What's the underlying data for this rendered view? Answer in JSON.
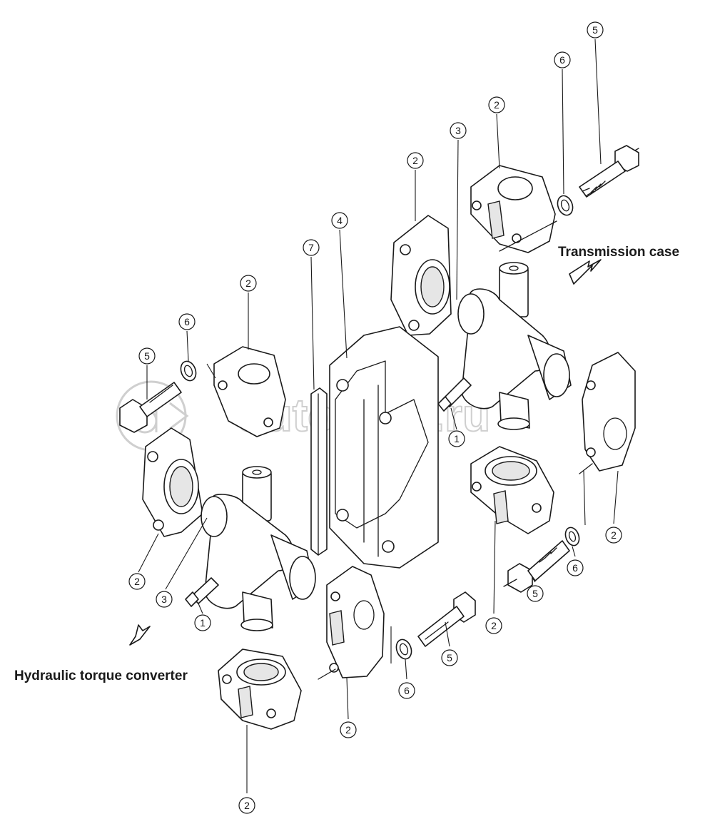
{
  "labels": {
    "transmission_case": "Transmission case",
    "hydraulic_torque_converter": "Hydraulic torque converter"
  },
  "watermark": {
    "text": "autopiter.ru"
  },
  "callouts": {
    "c5_tr": "5",
    "c6_tr": "6",
    "c2_tr": "2",
    "c3_tr": "3",
    "c2_ur": "2",
    "c4": "4",
    "c7": "7",
    "c2_mid": "2",
    "c6_l": "6",
    "c5_l": "5",
    "c1_r": "1",
    "c2_bl": "2",
    "c3_bl": "3",
    "c1_bl": "1",
    "c2_bcr": "2",
    "c2_rr": "2",
    "c6_rr": "6",
    "c5_rr": "5",
    "c5_cb": "5",
    "c6_cb": "6",
    "c2_cb": "2",
    "c2_bot": "2"
  },
  "colors": {
    "line": "#1a1a1a",
    "watermark": "#cfcfcf"
  }
}
